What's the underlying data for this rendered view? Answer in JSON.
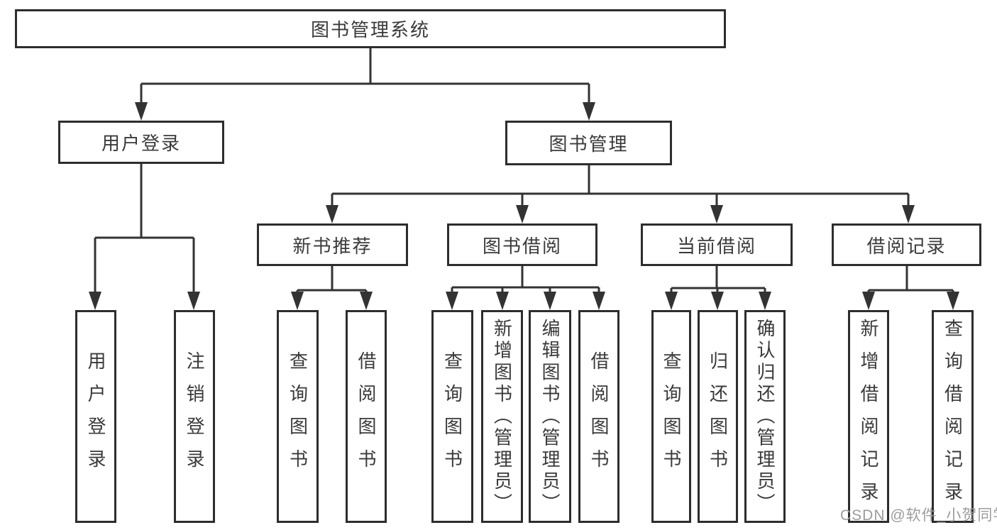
{
  "tree": {
    "label": "图书管理系统",
    "children": [
      {
        "label": "用户登录",
        "children": [
          {
            "label": "用户登录"
          },
          {
            "label": "注销登录"
          }
        ]
      },
      {
        "label": "图书管理",
        "children": [
          {
            "label": "新书推荐",
            "children": [
              {
                "label": "查询图书"
              },
              {
                "label": "借阅图书"
              }
            ]
          },
          {
            "label": "图书借阅",
            "children": [
              {
                "label": "查询图书"
              },
              {
                "label": "新增图书（管理员）"
              },
              {
                "label": "编辑图书（管理员）"
              },
              {
                "label": "借阅图书"
              }
            ]
          },
          {
            "label": "当前借阅",
            "children": [
              {
                "label": "查询图书"
              },
              {
                "label": "归还图书"
              },
              {
                "label": "确认归还（管理员）"
              }
            ]
          },
          {
            "label": "借阅记录",
            "children": [
              {
                "label": "新增借阅记录"
              },
              {
                "label": "查询借阅记录"
              }
            ]
          }
        ]
      }
    ]
  },
  "watermark": "CSDN @软件_小贺同学",
  "colors": {
    "line": "#333333",
    "box_border": "#2d2d2d",
    "text": "#3a3a3a",
    "watermark": "#9c9c9c",
    "background": "#ffffff"
  }
}
